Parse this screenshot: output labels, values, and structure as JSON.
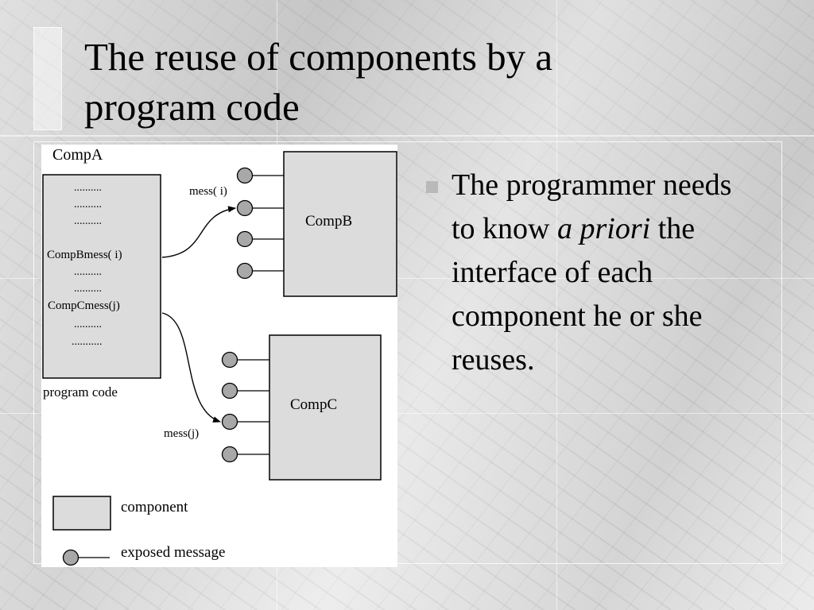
{
  "slide": {
    "title": "The reuse of components by a program code",
    "bullet": {
      "text_before": "The programmer needs to know ",
      "text_italic": "a priori",
      "text_after": " the interface of each component he or she reuses."
    }
  },
  "diagram": {
    "comp_a_label": "CompA",
    "program_code_label": "program code",
    "code_lines": [
      "..........",
      "..........",
      "..........",
      "CompBmess(   i)",
      "..........",
      "..........",
      "CompCmess(j)",
      "..........",
      "..........."
    ],
    "comp_b_label": "CompB",
    "comp_c_label": "CompC",
    "mess_i_label": "mess(  i)",
    "mess_j_label": "mess(j)",
    "legend": {
      "component_label": "component",
      "exposed_message_label": "exposed message"
    }
  }
}
